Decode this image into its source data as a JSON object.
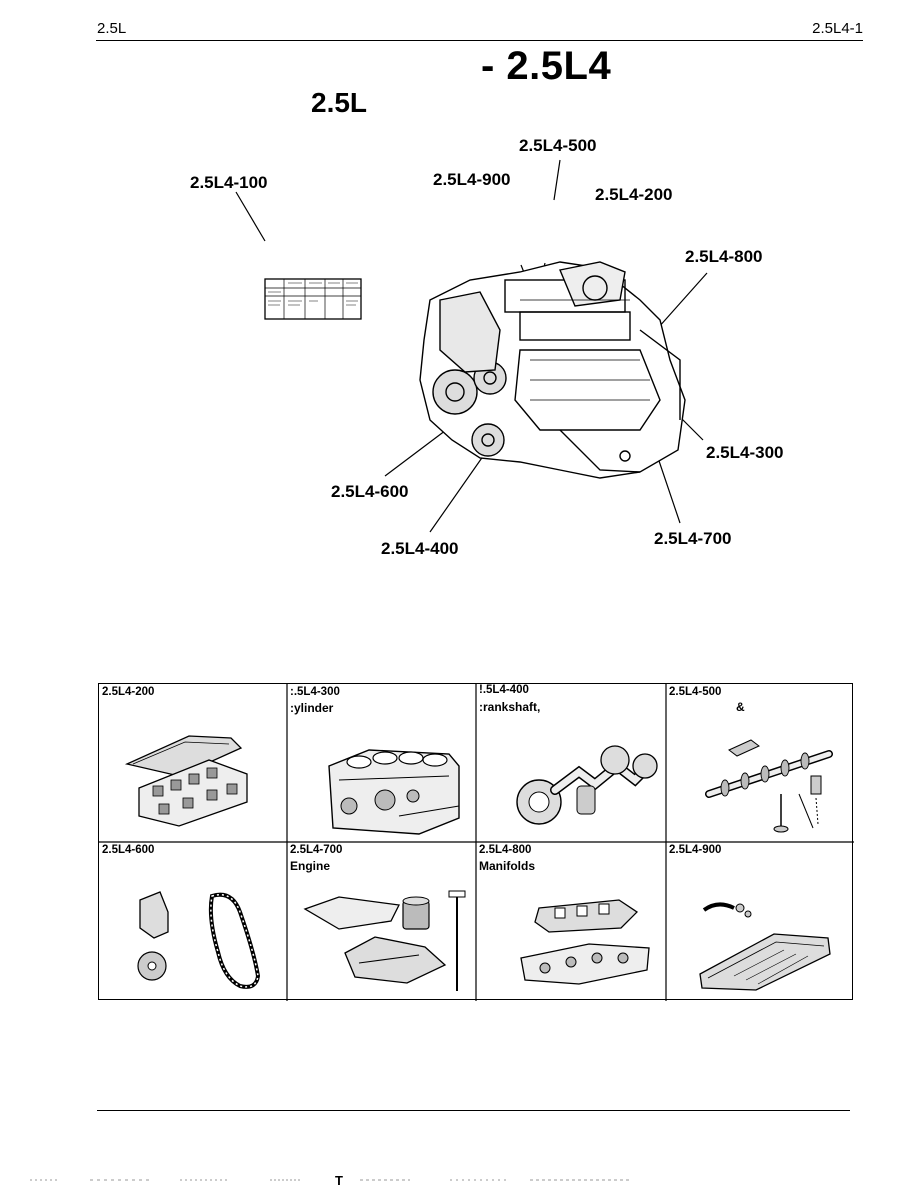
{
  "header": {
    "left": "2.5L",
    "right": "2.5L4-1"
  },
  "title": {
    "main": "- 2.5L4",
    "sub": "2.5L"
  },
  "callouts": {
    "c100": "2.5L4-100",
    "c200": "2.5L4-200",
    "c300": "2.5L4-300",
    "c400": "2.5L4-400",
    "c500": "2.5L4-500",
    "c600": "2.5L4-600",
    "c700": "2.5L4-700",
    "c800": "2.5L4-800",
    "c900": "2.5L4-900"
  },
  "sections": [
    {
      "code": "2.5L4-200",
      "word": "",
      "icon": "cylinder-head-icon"
    },
    {
      "code": ":.5L4-300",
      "word": ":ylinder",
      "icon": "cylinder-block-icon"
    },
    {
      "code": "!.5L4-400",
      "word": ":rankshaft,",
      "icon": "crankshaft-icon"
    },
    {
      "code": "2.5L4-500",
      "word": "&",
      "icon": "camshaft-valves-icon"
    },
    {
      "code": "2.5L4-600",
      "word": "",
      "icon": "timing-belt-icon"
    },
    {
      "code": "2.5L4-700",
      "word": "Engine",
      "icon": "oil-pan-filter-icon"
    },
    {
      "code": "2.5L4-800",
      "word": "Manifolds",
      "icon": "manifolds-icon"
    },
    {
      "code": "2.5L4-900",
      "word": "",
      "icon": "valve-cover-icon"
    }
  ],
  "footer": {
    "page_mark": "T"
  }
}
